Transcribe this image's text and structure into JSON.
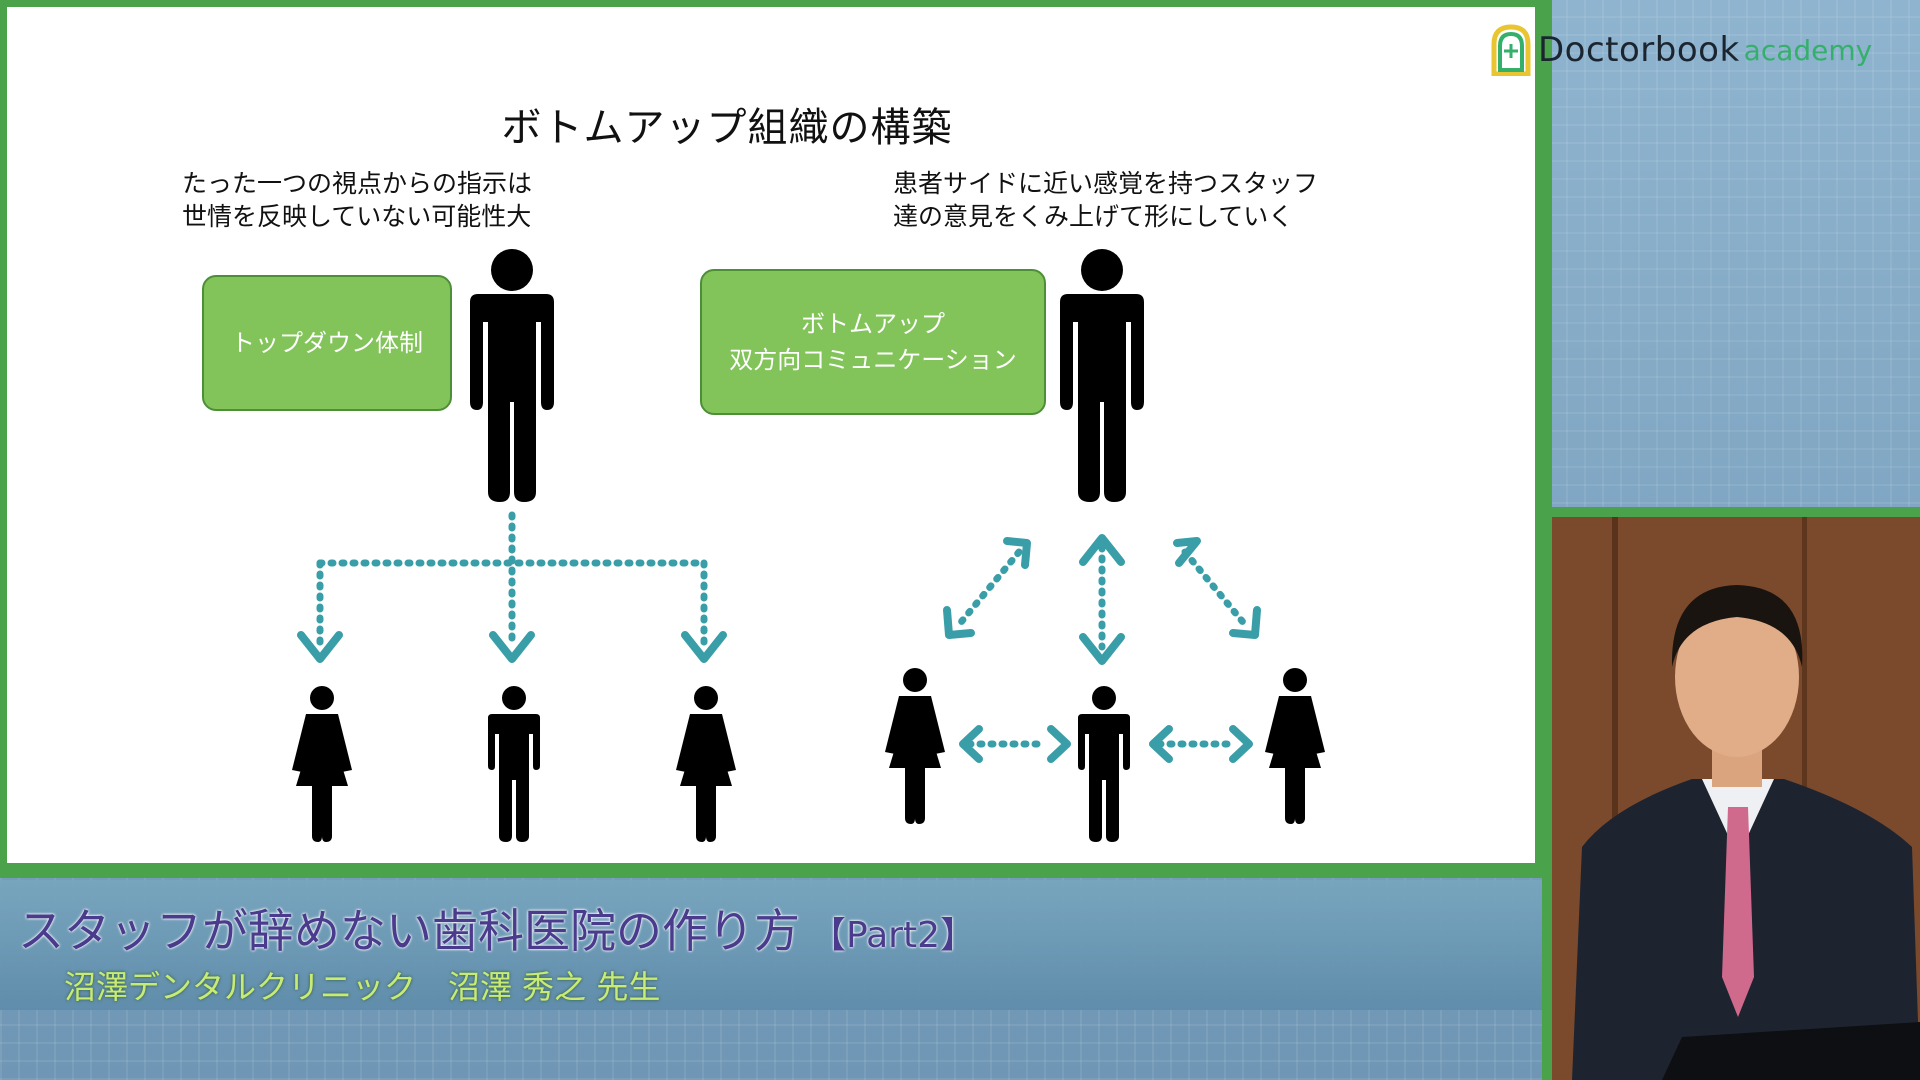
{
  "logo": {
    "brand": "Doctorbook",
    "accent": "academy"
  },
  "slide": {
    "title": "ボトムアップ組織の構築",
    "left_caption": "たった一つの視点からの指示は\n世情を反映していない可能性大",
    "right_caption": "患者サイドに近い感覚を持つスタッフ\n達の意見をくみ上げて形にしていく",
    "left_box": "トップダウン体制",
    "right_box": "ボトムアップ\n双方向コミュニケーション"
  },
  "lower_third": {
    "title": "スタッフが辞めない歯科医院の作り方",
    "part": "【Part2】",
    "subtitle": "沼澤デンタルクリニック　沼澤 秀之 先生"
  },
  "colors": {
    "frame_green": "#4aa34a",
    "box_green": "#82c45a",
    "arrow_teal": "#3a9ea8",
    "title_purple": "#4a3b8c",
    "subtitle_green": "#c7eb74"
  }
}
